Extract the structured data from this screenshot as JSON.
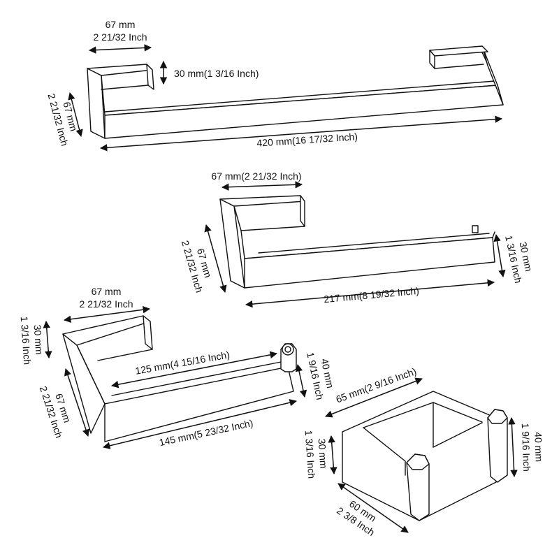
{
  "colors": {
    "line": "#111111",
    "background": "#ffffff"
  },
  "products": [
    {
      "name": "towel-bar",
      "dimensions": [
        {
          "line1": "67 mm",
          "line2": "2 21/32 Inch"
        },
        {
          "line1": "30 mm(1 3/16 Inch)"
        },
        {
          "line1": "67 mm",
          "line2": "2 21/32 Inch"
        },
        {
          "line1": "420 mm(16 17/32 Inch)"
        }
      ]
    },
    {
      "name": "towel-ring-holder",
      "dimensions": [
        {
          "line1": "67 mm(2 21/32 Inch)"
        },
        {
          "line1": "67 mm",
          "line2": "2 21/32 Inch"
        },
        {
          "line1": "30 mm",
          "line2": "1 3/16 Inch"
        },
        {
          "line1": "217 mm(8 19/32 Inch)"
        }
      ]
    },
    {
      "name": "paper-holder",
      "dimensions": [
        {
          "line1": "67 mm",
          "line2": "2 21/32 Inch"
        },
        {
          "line1": "30 mm",
          "line2": "1 3/16 Inch"
        },
        {
          "line1": "67 mm",
          "line2": "2 21/32 Inch"
        },
        {
          "line1": "125 mm(4 15/16 Inch)"
        },
        {
          "line1": "40 mm",
          "line2": "1 9/16 Inch"
        },
        {
          "line1": "145 mm(5 23/32 Inch)"
        }
      ]
    },
    {
      "name": "robe-hook",
      "dimensions": [
        {
          "line1": "65 mm(2 9/16 Inch)"
        },
        {
          "line1": "40 mm",
          "line2": "1 9/16 Inch"
        },
        {
          "line1": "30 mm",
          "line2": "1 3/16 Inch"
        },
        {
          "line1": "60 mm",
          "line2": "2 3/8 Inch"
        }
      ]
    }
  ]
}
